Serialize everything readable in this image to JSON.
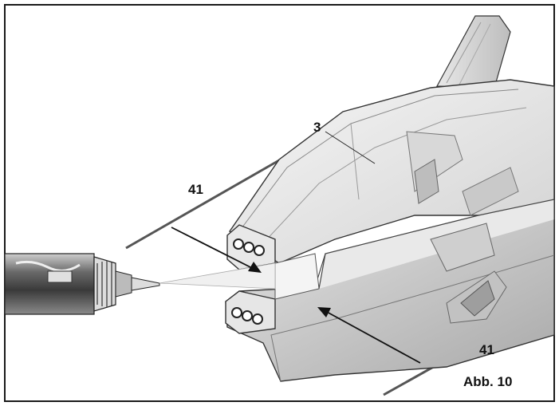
{
  "labels": {
    "part_3": "3",
    "part_41_top": "41",
    "part_41_bottom": "41"
  },
  "caption": "Abb. 10",
  "colors": {
    "frame": "#1a1a1a",
    "hull_light": "#ededed",
    "hull_mid": "#d6d6d6",
    "hull_dark": "#a9a9a9",
    "line": "#222222"
  }
}
